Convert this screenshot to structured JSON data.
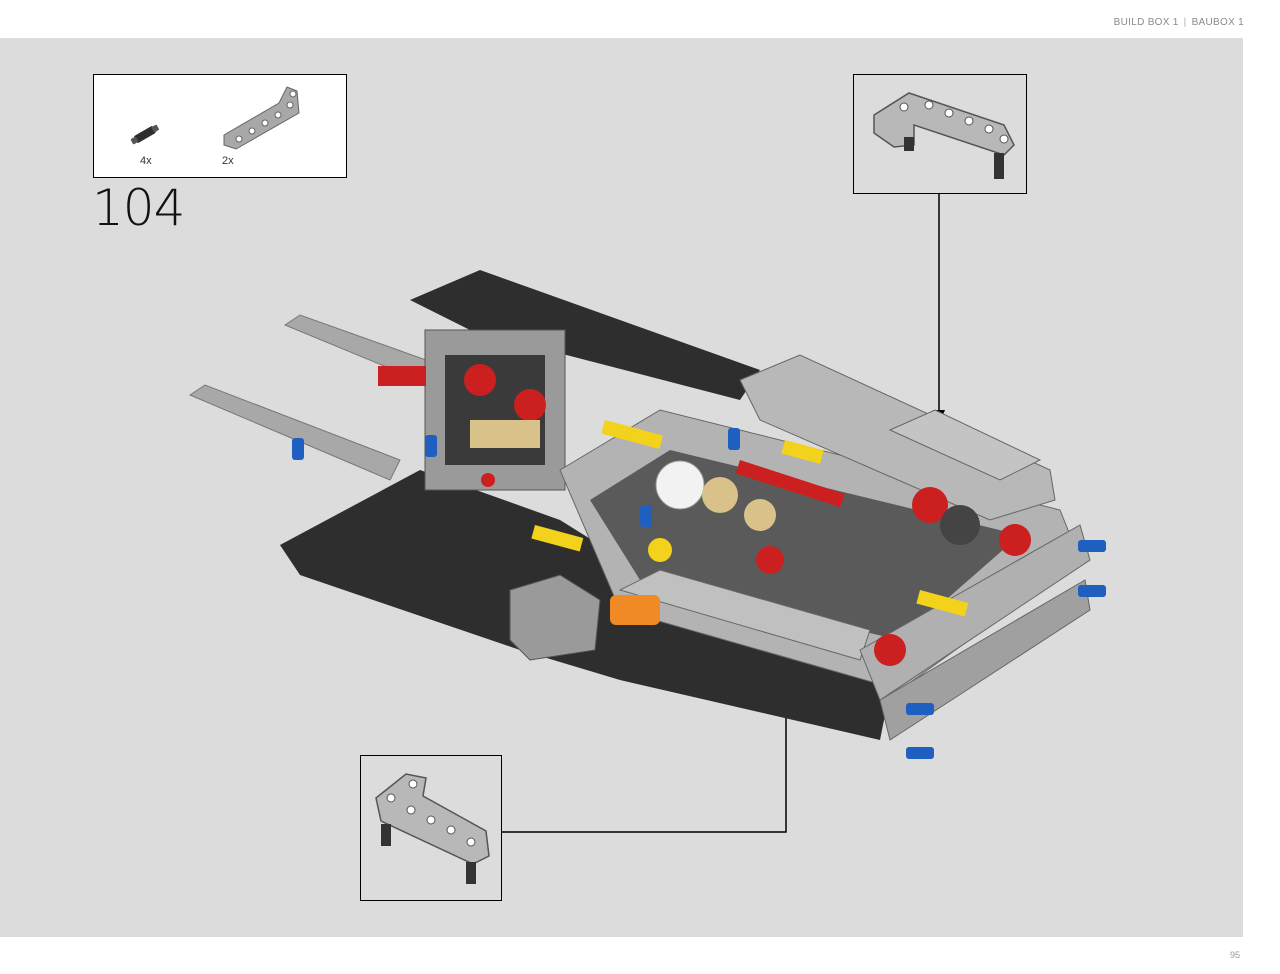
{
  "header": {
    "build_box": "BUILD BOX 1",
    "separator": "|",
    "baubox": "BAUBOX 1"
  },
  "parts_list": {
    "items": [
      {
        "part": "pin-connector",
        "quantity": "4x"
      },
      {
        "part": "l-shaped-beam",
        "quantity": "2x"
      }
    ]
  },
  "step": {
    "number": "104"
  },
  "page": {
    "number": "95"
  },
  "colors": {
    "background": "#dcdcdc",
    "light_gray": "#a8a8a8",
    "dark_gray": "#2e2e2e",
    "red": "#cc1f1f",
    "blue": "#1f5fbf",
    "yellow": "#f2d21b",
    "orange": "#f08a24",
    "tan": "#d9c28a"
  }
}
